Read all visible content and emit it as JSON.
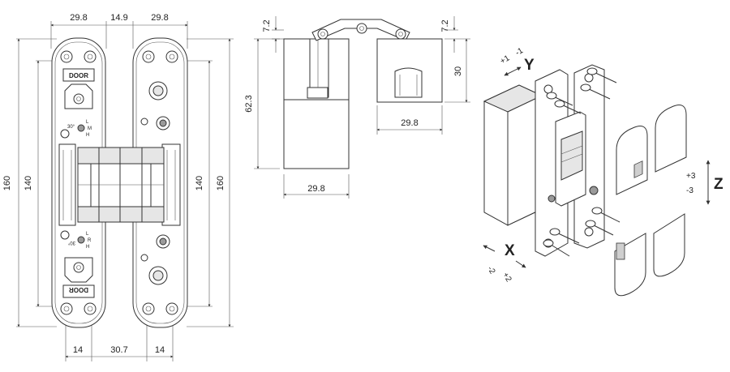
{
  "front_view": {
    "dim_top": [
      "29.8",
      "14.9",
      "29.8"
    ],
    "dim_left_outer": "160",
    "dim_left_inner": "140",
    "dim_right_inner": "140",
    "dim_right_outer": "160",
    "dim_bottom": [
      "14",
      "30.7",
      "14"
    ],
    "brand_top": "DOOR",
    "brand_bottom": "DOOR",
    "angle_label_top": "30°",
    "angle_label_bottom": "30°",
    "marks_top": [
      "L",
      "M",
      "H"
    ],
    "marks_bottom": [
      "L",
      "R",
      "H"
    ]
  },
  "side_view": {
    "dim_top_left": "7.2",
    "dim_height": "62.3",
    "dim_width": "29.8"
  },
  "top_view": {
    "dim_top_right": "7.2",
    "dim_height": "30",
    "dim_width": "29.8"
  },
  "iso_view": {
    "axis_y": "Y",
    "axis_y_plus": "+1",
    "axis_y_minus": "-1",
    "axis_x": "X",
    "axis_x_minus": "-2",
    "axis_x_plus": "+2",
    "axis_z": "Z",
    "axis_z_plus": "+3",
    "axis_z_minus": "-3"
  }
}
